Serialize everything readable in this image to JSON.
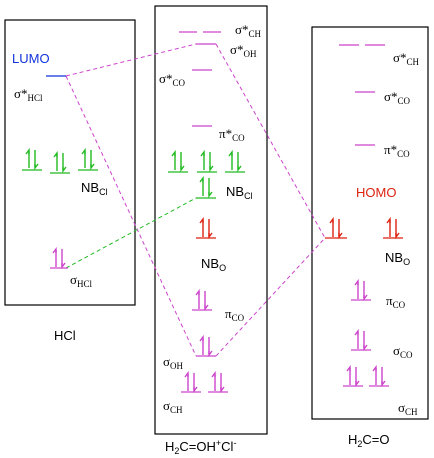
{
  "colors": {
    "box": "#000000",
    "pink": "#cc44cc",
    "green": "#22bb22",
    "red": "#dd2211",
    "blue": "#1133dd"
  },
  "hcl": {
    "title": "HCl",
    "lumo": "LUMO",
    "sigma_star": {
      "sym": "σ*",
      "sub": "HCl"
    },
    "nb": {
      "sym": "NB",
      "sub": "Cl"
    },
    "sigma": {
      "sym": "σ",
      "sub": "HCl"
    }
  },
  "complex": {
    "title": {
      "a": "H",
      "b": "2",
      "c": "C=OH",
      "d": "+",
      "e": "Cl",
      "f": "-"
    },
    "sigma_star_ch": {
      "sym": "σ*",
      "sub": "CH"
    },
    "sigma_star_oh": {
      "sym": "σ*",
      "sub": "OH"
    },
    "sigma_star_co": {
      "sym": "σ*",
      "sub": "CO"
    },
    "pi_star_co": {
      "sym": "π*",
      "sub": "CO"
    },
    "nb_cl": {
      "sym": "NB",
      "sub": "Cl"
    },
    "nb_o": {
      "sym": "NB",
      "sub": "O"
    },
    "pi_co": {
      "sym": "π",
      "sub": "CO"
    },
    "sigma_oh": {
      "sym": "σ",
      "sub": "OH"
    },
    "sigma_ch": {
      "sym": "σ",
      "sub": "CH"
    }
  },
  "formaldehyde": {
    "title": {
      "a": "H",
      "b": "2",
      "c": "C=O"
    },
    "homo": "HOMO",
    "sigma_star_ch": {
      "sym": "σ*",
      "sub": "CH"
    },
    "sigma_star_co": {
      "sym": "σ*",
      "sub": "CO"
    },
    "pi_star_co": {
      "sym": "π*",
      "sub": "CO"
    },
    "nb_o": {
      "sym": "NB",
      "sub": "O"
    },
    "pi_co": {
      "sym": "π",
      "sub": "CO"
    },
    "sigma_co": {
      "sym": "σ",
      "sub": "CO"
    },
    "sigma_ch": {
      "sym": "σ",
      "sub": "CH"
    }
  }
}
